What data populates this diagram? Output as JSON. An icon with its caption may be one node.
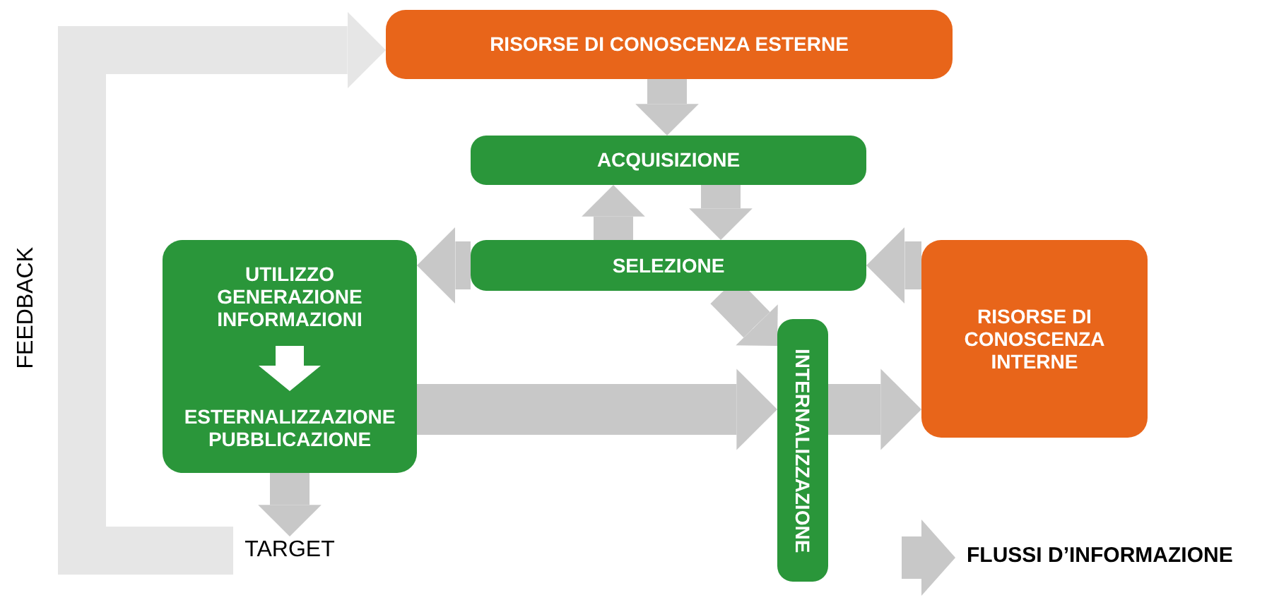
{
  "diagram": {
    "nodes": [
      {
        "text": [
          "RISORSE DI CONOSCENZA ESTERNE"
        ]
      },
      {
        "text": [
          "ACQUISIZIONE"
        ]
      },
      {
        "text": [
          "SELEZIONE"
        ]
      },
      {
        "text": [
          "UTILIZZO GENERAZIONE INFORMAZIONI",
          "ESTERNALIZZAZIONE PUBBLICAZIONE"
        ]
      },
      {
        "text": [
          "INTERNALIZZAZIONE"
        ]
      },
      {
        "text": [
          "RISORSE DI CONOSCENZA INTERNE"
        ]
      },
      {
        "text": [
          "TARGET"
        ]
      }
    ],
    "edges": [
      {
        "from": 0,
        "to": 1,
        "arrow": "to"
      },
      {
        "from": 1,
        "to": 2,
        "arrow": "to"
      },
      {
        "from": 2,
        "to": 1,
        "arrow": "to"
      },
      {
        "from": 2,
        "to": 3,
        "arrow": "to"
      },
      {
        "from": 5,
        "to": 2,
        "arrow": "to"
      },
      {
        "from": 2,
        "to": 4,
        "arrow": "to"
      },
      {
        "from": 3,
        "to": 4,
        "arrow": "to"
      },
      {
        "from": 4,
        "to": 5,
        "arrow": "to"
      },
      {
        "from": 3,
        "to": 6,
        "arrow": "to"
      },
      {
        "from": 6,
        "to": 0,
        "arrow": "to",
        "label": "FEEDBACK",
        "color": "#e6e6e6"
      }
    ],
    "legend": [
      {
        "text": "FLUSSI D’INFORMAZIONE"
      }
    ]
  }
}
